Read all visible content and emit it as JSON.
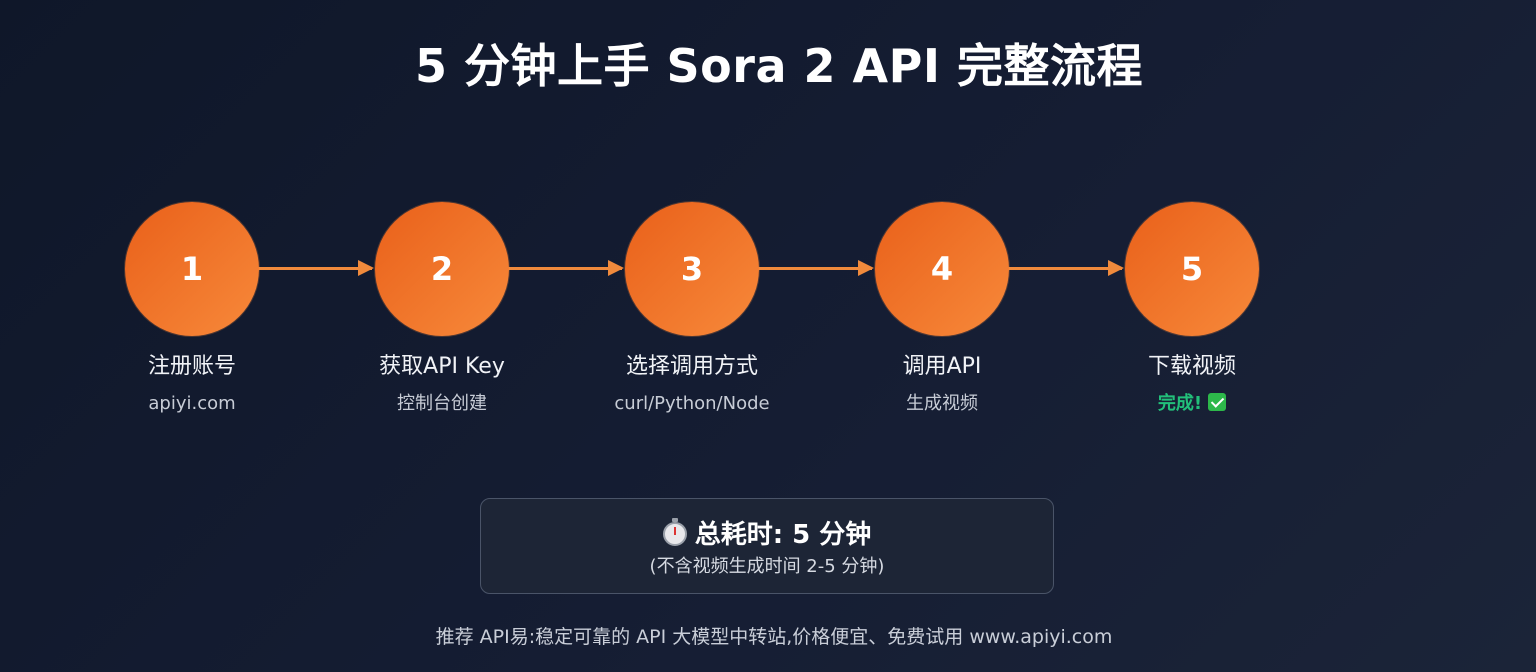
{
  "title": "5 分钟上手 Sora 2 API 完整流程",
  "steps": [
    {
      "number": "1",
      "label": "注册账号",
      "sub": "apiyi.com"
    },
    {
      "number": "2",
      "label": "获取API Key",
      "sub": "控制台创建"
    },
    {
      "number": "3",
      "label": "选择调用方式",
      "sub": "curl/Python/Node"
    },
    {
      "number": "4",
      "label": "调用API",
      "sub": "生成视频"
    },
    {
      "number": "5",
      "label": "下载视频",
      "sub": "完成!"
    }
  ],
  "summary": {
    "main": "总耗时: 5 分钟",
    "sub": "(不含视频生成时间 2-5 分钟)"
  },
  "footer": "推荐 API易:稳定可靠的 API 大模型中转站,价格便宜、免费试用 www.apiyi.com",
  "colors": {
    "accent": "#f08a3c",
    "done": "#22c07a"
  },
  "icons": {
    "summary": "stopwatch-icon",
    "done": "check-mark-icon"
  }
}
